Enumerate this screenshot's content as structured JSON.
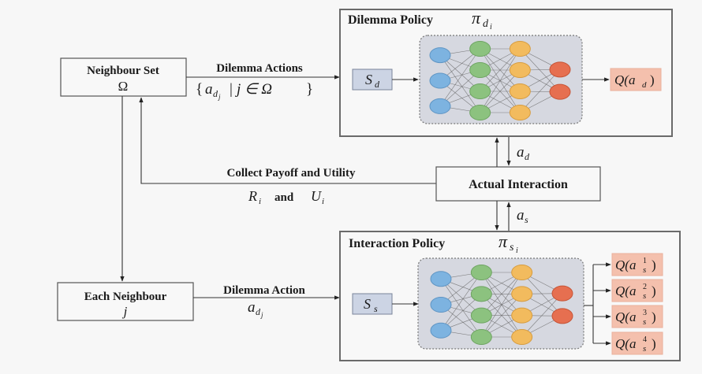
{
  "diagram": {
    "neighbour_set": {
      "title": "Neighbour Set",
      "symbol": "Ω"
    },
    "each_neighbour": {
      "title": "Each Neighbour",
      "symbol": "j"
    },
    "dilemma_actions": {
      "label": "Dilemma Actions",
      "math_open": "{",
      "math_a": "a",
      "math_sub": "d",
      "math_subsub": "j",
      "math_rest": "| j ∈ Ω",
      "math_close": "}"
    },
    "dilemma_action": {
      "label": "Dilemma Action",
      "math_a": "a",
      "math_sub": "d",
      "math_subsub": "j"
    },
    "collect": {
      "label": "Collect Payoff and Utility",
      "r": "R",
      "r_sub": "i",
      "and": "and",
      "u": "U",
      "u_sub": "i"
    },
    "actual_interaction": {
      "label": "Actual Interaction"
    },
    "a_d": {
      "a": "a",
      "sub": "d"
    },
    "a_s": {
      "a": "a",
      "sub": "s"
    },
    "dilemma_policy": {
      "title": "Dilemma Policy",
      "pi": "π",
      "pi_sub": "d",
      "pi_subsub": "i",
      "state": {
        "s": "S",
        "sub": "d"
      },
      "output": {
        "text": "Q(a",
        "sub": "d",
        "close": ")"
      }
    },
    "interaction_policy": {
      "title": "Interaction Policy",
      "pi": "π",
      "pi_sub": "s",
      "pi_subsub": "i",
      "state": {
        "s": "S",
        "sub": "s"
      },
      "outputs": [
        {
          "text": "Q(a",
          "sub": "s",
          "sup": "1",
          "close": ")"
        },
        {
          "text": "Q(a",
          "sub": "s",
          "sup": "2",
          "close": ")"
        },
        {
          "text": "Q(a",
          "sub": "s",
          "sup": "3",
          "close": ")"
        },
        {
          "text": "Q(a",
          "sub": "s",
          "sup": "4",
          "close": ")"
        }
      ]
    },
    "network": {
      "layers": [
        3,
        4,
        4,
        2
      ],
      "layer_colors": [
        "#7db3e0",
        "#8cc27f",
        "#f2bb5e",
        "#e66f50"
      ],
      "layer_strokes": [
        "#5f95c4",
        "#6ea462",
        "#d69c40",
        "#c65436"
      ]
    }
  }
}
